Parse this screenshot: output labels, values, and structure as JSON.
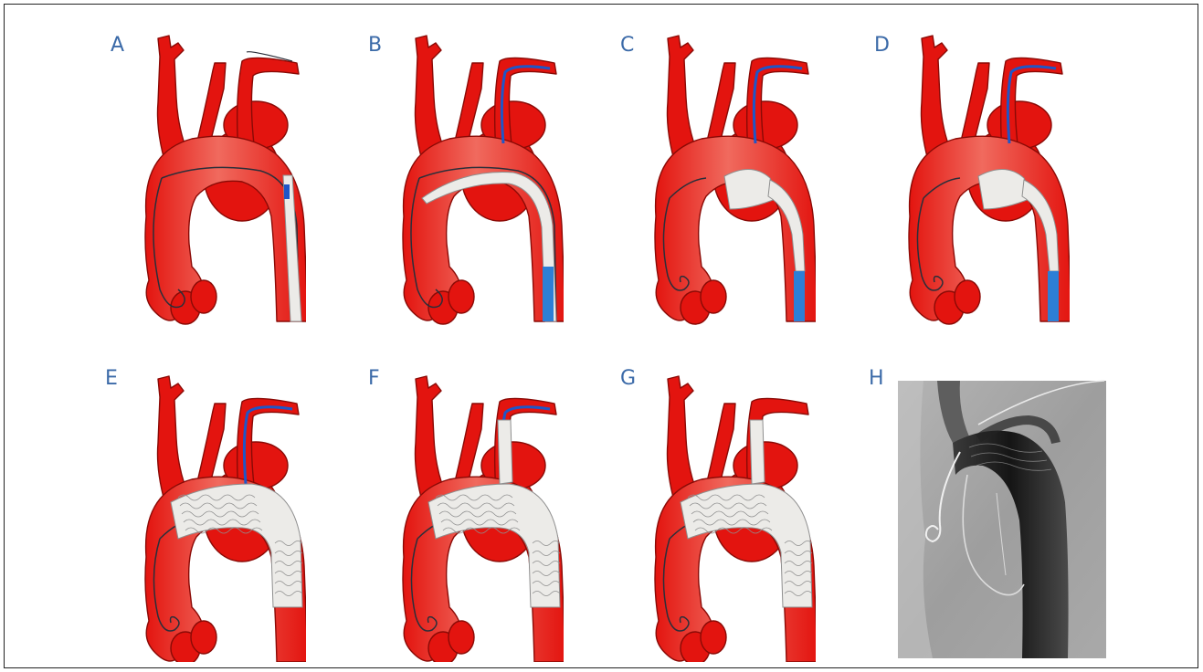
{
  "colors": {
    "vessel": "#e3140f",
    "vessel_dark": "#8a0a06",
    "highlight": "#f06a5e",
    "wire": "#2a2f3a",
    "catheter_blue": "#1f56c7",
    "sheath_blue": "#2d7fd6",
    "graft": "#ecebe8",
    "stent_line": "#8f8f8f",
    "label_blue": "#3b6aa8",
    "angio_bg": "#9a9a9a"
  },
  "panels": [
    {
      "label": "A",
      "icon": "aortic-arch-illustration"
    },
    {
      "label": "B",
      "icon": "aortic-arch-illustration"
    },
    {
      "label": "C",
      "icon": "aortic-arch-illustration"
    },
    {
      "label": "D",
      "icon": "aortic-arch-illustration"
    },
    {
      "label": "E",
      "icon": "aortic-arch-illustration"
    },
    {
      "label": "F",
      "icon": "aortic-arch-illustration"
    },
    {
      "label": "G",
      "icon": "aortic-arch-illustration"
    },
    {
      "label": "H",
      "icon": "angiography-image"
    }
  ]
}
